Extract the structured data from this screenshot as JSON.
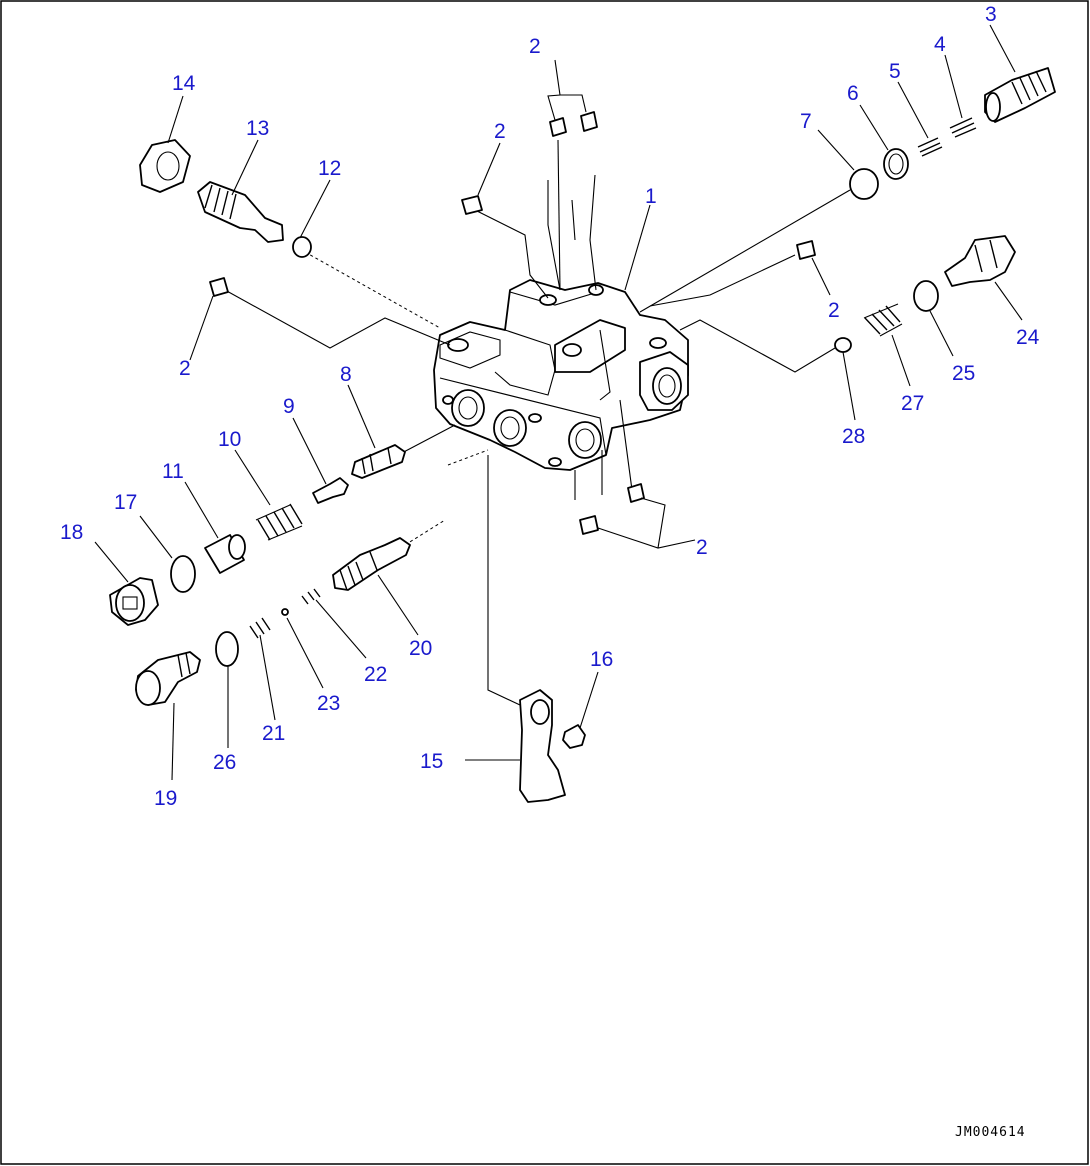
{
  "diagram": {
    "drawing_code": "JM004614",
    "callouts": {
      "c1": "1",
      "c2a": "2",
      "c2b": "2",
      "c2c": "2",
      "c2d": "2",
      "c2e": "2",
      "c3": "3",
      "c4": "4",
      "c5": "5",
      "c6": "6",
      "c7": "7",
      "c8": "8",
      "c9": "9",
      "c10": "10",
      "c11": "11",
      "c12": "12",
      "c13": "13",
      "c14": "14",
      "c15": "15",
      "c16": "16",
      "c17": "17",
      "c18": "18",
      "c19": "19",
      "c20": "20",
      "c21": "21",
      "c22": "22",
      "c23": "23",
      "c24": "24",
      "c25": "25",
      "c26": "26",
      "c27": "27",
      "c28": "28"
    }
  }
}
